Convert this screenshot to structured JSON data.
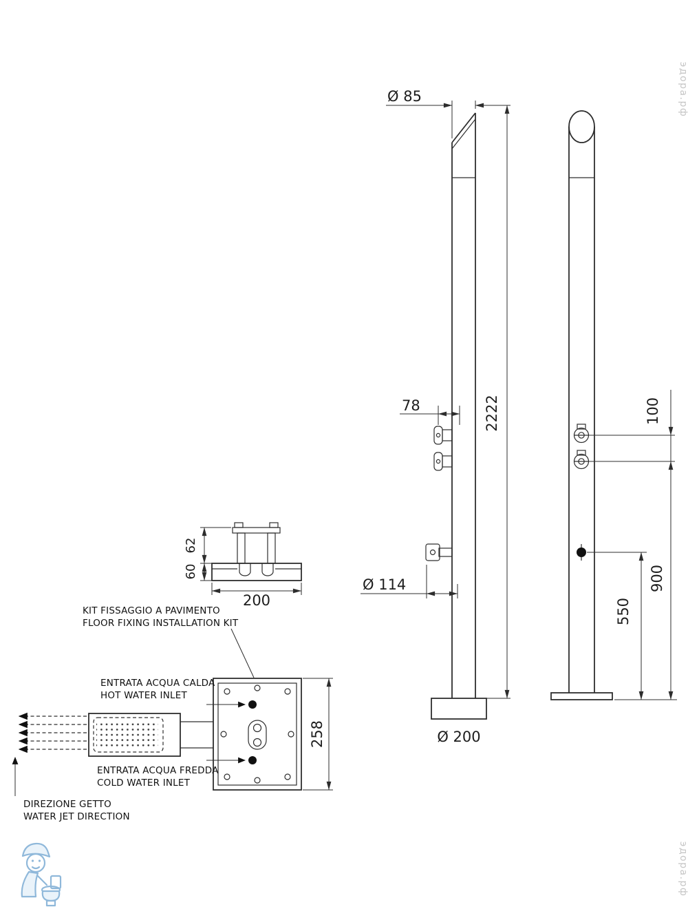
{
  "watermark": {
    "text": "эдора.рф"
  },
  "views": {
    "front": {
      "dim_top_diameter": "Ø 85",
      "dim_total_height": "2222",
      "dim_mixer_width": "78",
      "dim_outlet_diameter": "Ø 114",
      "dim_base_diameter": "Ø 200"
    },
    "side": {
      "dim_handle_spacing": "100",
      "dim_handle_height": "900",
      "dim_outlet_height": "550"
    },
    "bracket": {
      "dim_clamp_height": "62",
      "dim_plate_thickness": "60",
      "dim_width": "200"
    },
    "plan": {
      "dim_depth": "258"
    }
  },
  "callouts": {
    "fixing_kit": {
      "it": "KIT FISSAGGIO A PAVIMENTO",
      "en": "FLOOR FIXING INSTALLATION KIT"
    },
    "hot_inlet": {
      "it": "ENTRATA ACQUA CALDA",
      "en": "HOT WATER INLET"
    },
    "cold_inlet": {
      "it": "ENTRATA ACQUA FREDDA",
      "en": "COLD WATER INLET"
    },
    "jet_direction": {
      "it": "DIREZIONE GETTO",
      "en": "WATER JET DIRECTION"
    }
  },
  "colors": {
    "line": "#2d2d2d",
    "watermark": "#c6c6c6",
    "logo": "#8fb8da"
  }
}
